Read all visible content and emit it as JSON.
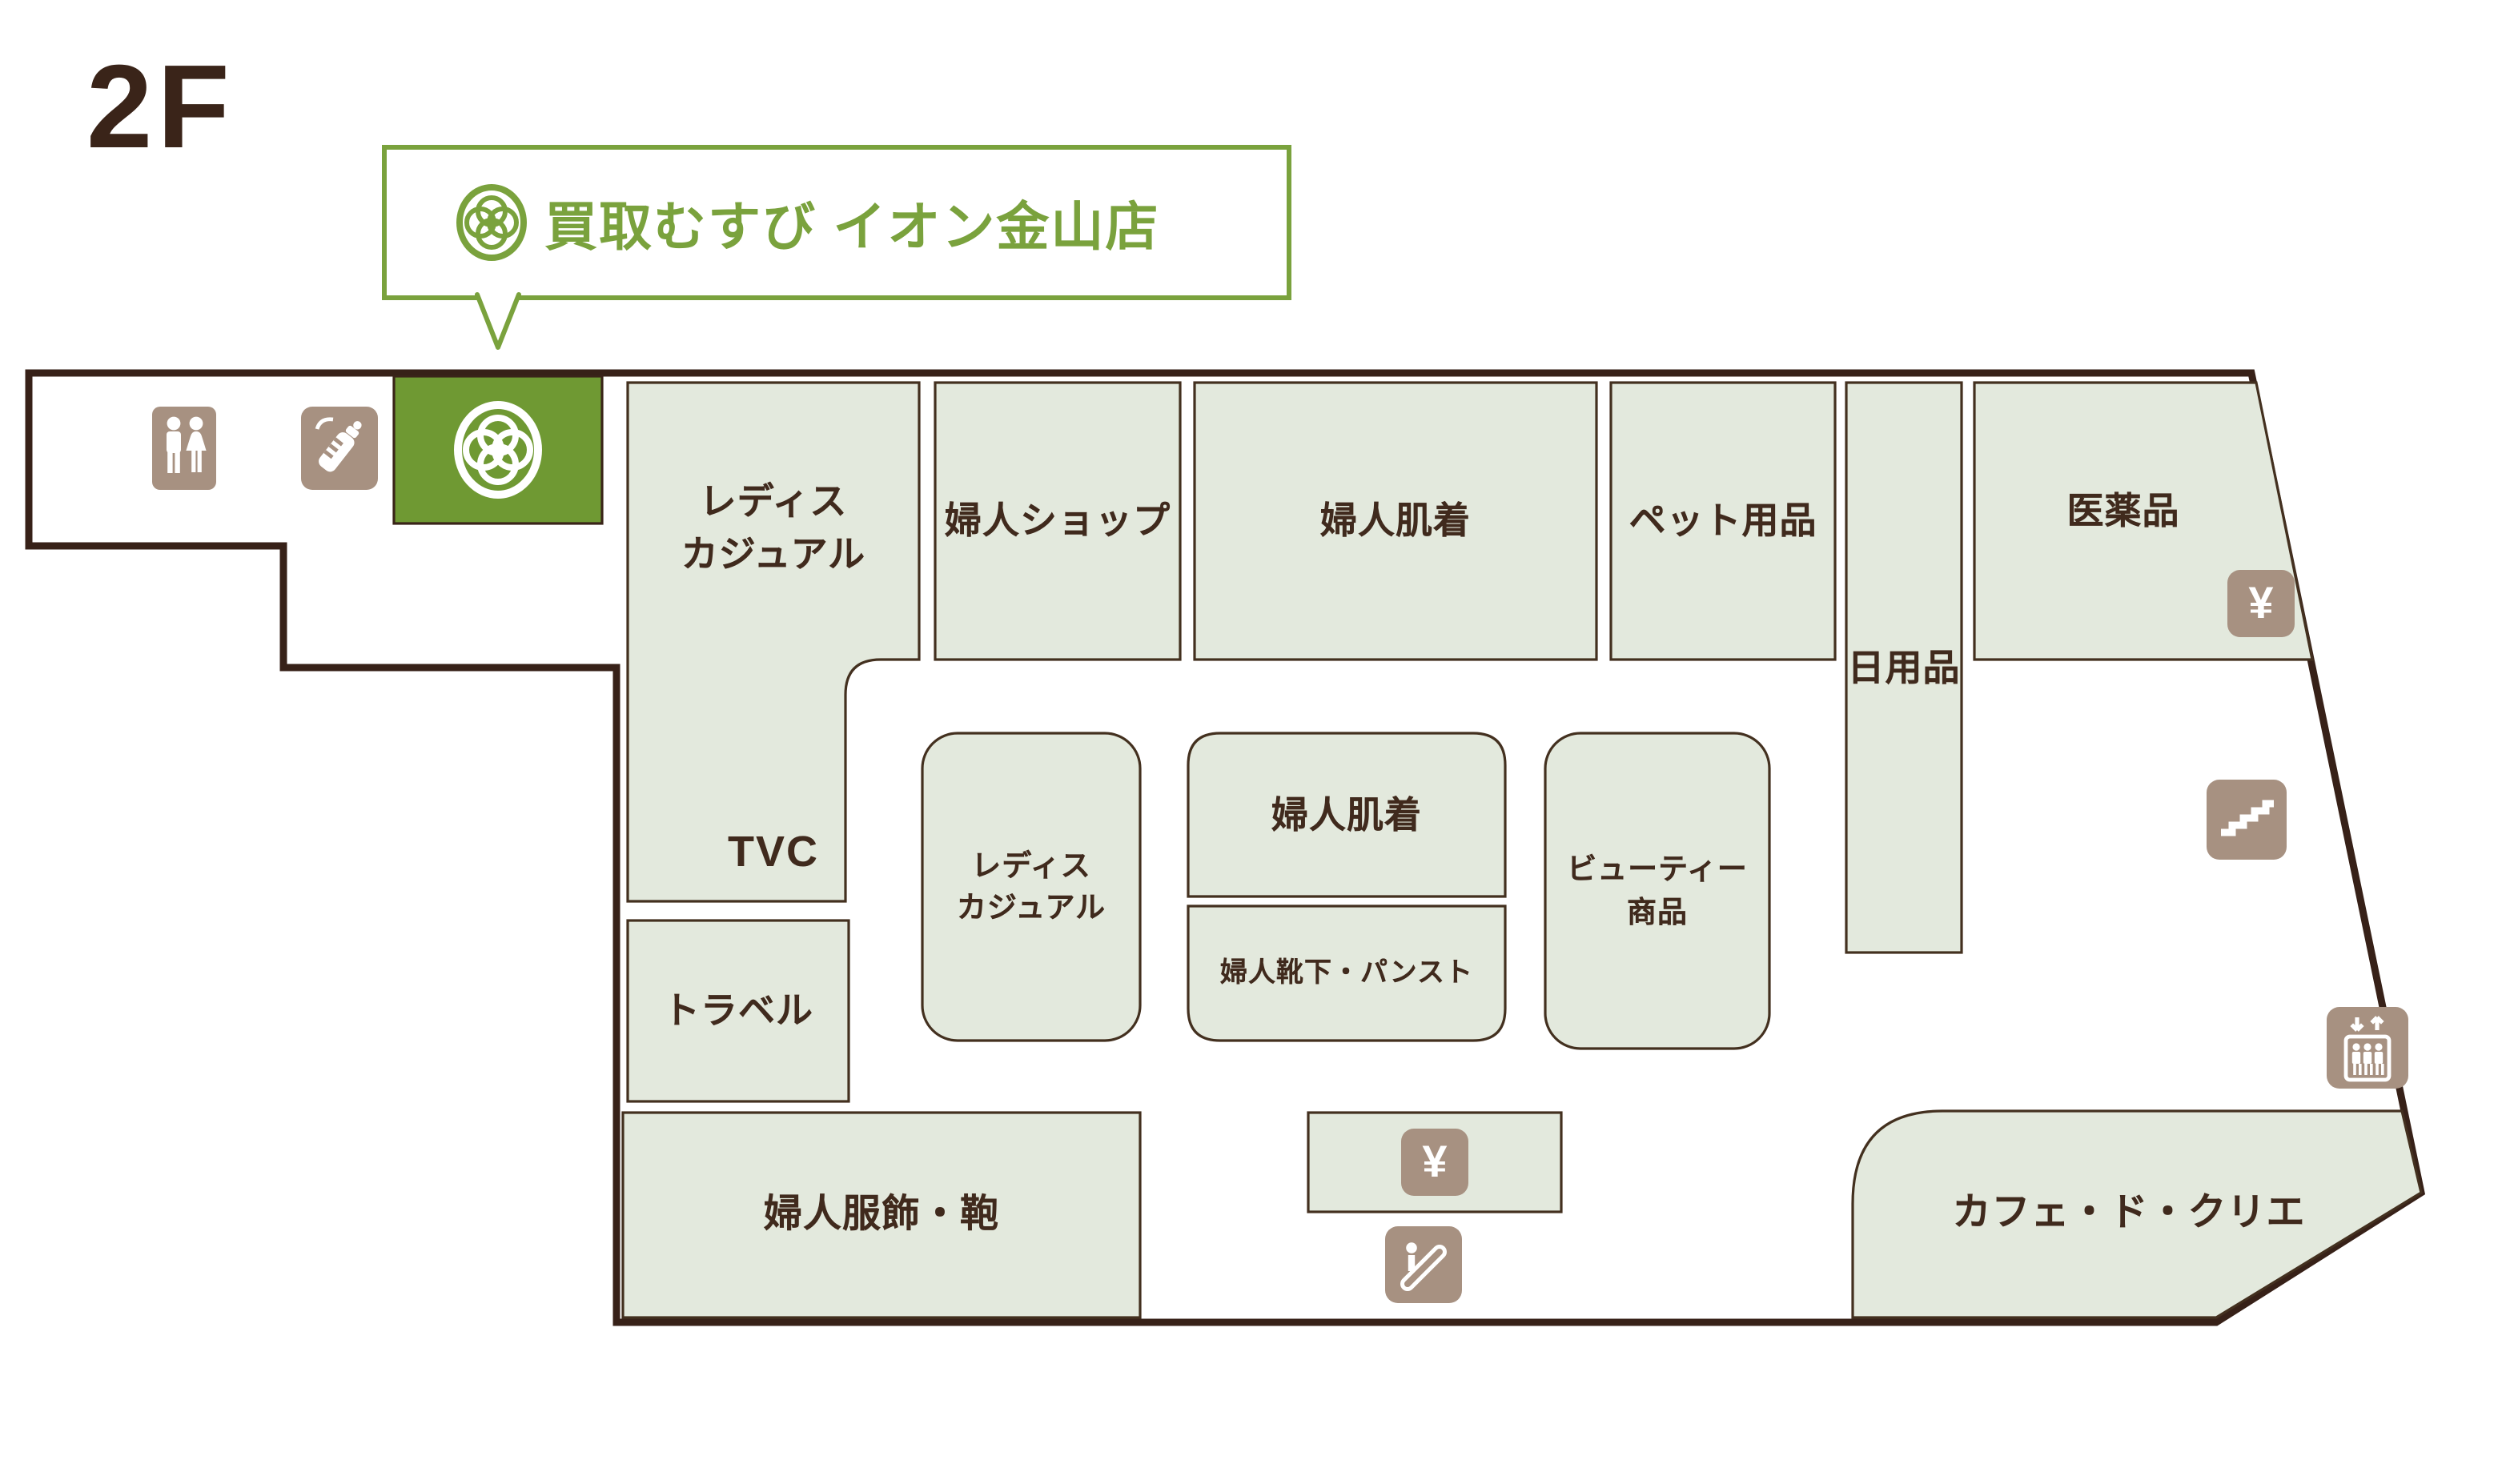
{
  "floor_label": "2F",
  "callout": {
    "store_name": "買取むすび イオン金山店"
  },
  "map": {
    "atm_symbol": "¥",
    "rooms": [
      {
        "id": "ladies-casual-upper",
        "label": "レディス\nカジュアル"
      },
      {
        "id": "tvc",
        "label": "TVC"
      },
      {
        "id": "fujin-shop",
        "label": "婦人ショップ"
      },
      {
        "id": "fujin-hadagi-top",
        "label": "婦人肌着"
      },
      {
        "id": "pet-goods",
        "label": "ペット用品"
      },
      {
        "id": "daily-goods",
        "label": "日用品"
      },
      {
        "id": "medicine",
        "label": "医薬品"
      },
      {
        "id": "travel",
        "label": "トラベル"
      },
      {
        "id": "ladies-casual-center",
        "label": "レディス\nカジュアル"
      },
      {
        "id": "fujin-hadagi-center",
        "label": "婦人肌着"
      },
      {
        "id": "fujin-socks",
        "label": "婦人靴下・パンスト"
      },
      {
        "id": "beauty-goods",
        "label": "ビューティー\n商品"
      },
      {
        "id": "fujin-fukushoku",
        "label": "婦人服飾・鞄"
      },
      {
        "id": "cafe",
        "label": "カフェ・ド・クリエ"
      }
    ],
    "icons": [
      {
        "name": "restroom-icon"
      },
      {
        "name": "nursing-room-icon"
      },
      {
        "name": "musubi-logo-icon"
      },
      {
        "name": "yen-atm-icon-medicine"
      },
      {
        "name": "yen-atm-icon-center"
      },
      {
        "name": "stairs-icon"
      },
      {
        "name": "escalator-icon"
      },
      {
        "name": "elevator-icon"
      }
    ]
  },
  "colors": {
    "accent_green": "#6f9933",
    "callout_green": "#7aa23d",
    "room_fill": "#e3e9dd",
    "icon_brown": "#a79181",
    "ink": "#3a2419"
  }
}
